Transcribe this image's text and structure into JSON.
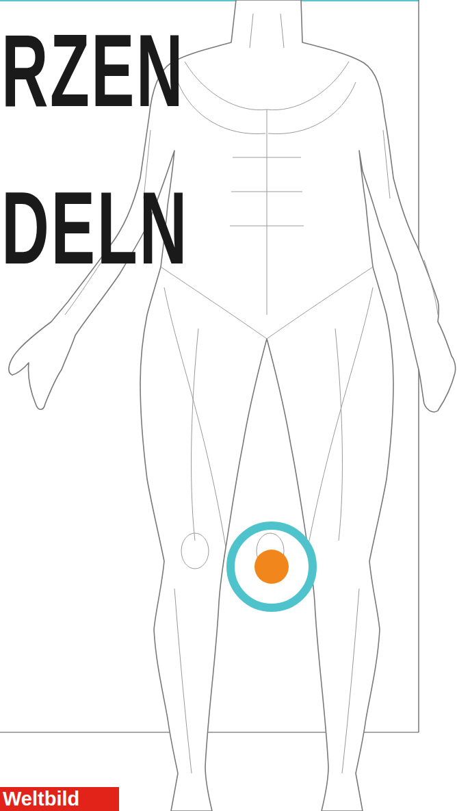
{
  "diagram": {
    "labels": [
      "RZEN",
      "DELN",
      "Weltbild"
    ]
  }
}
